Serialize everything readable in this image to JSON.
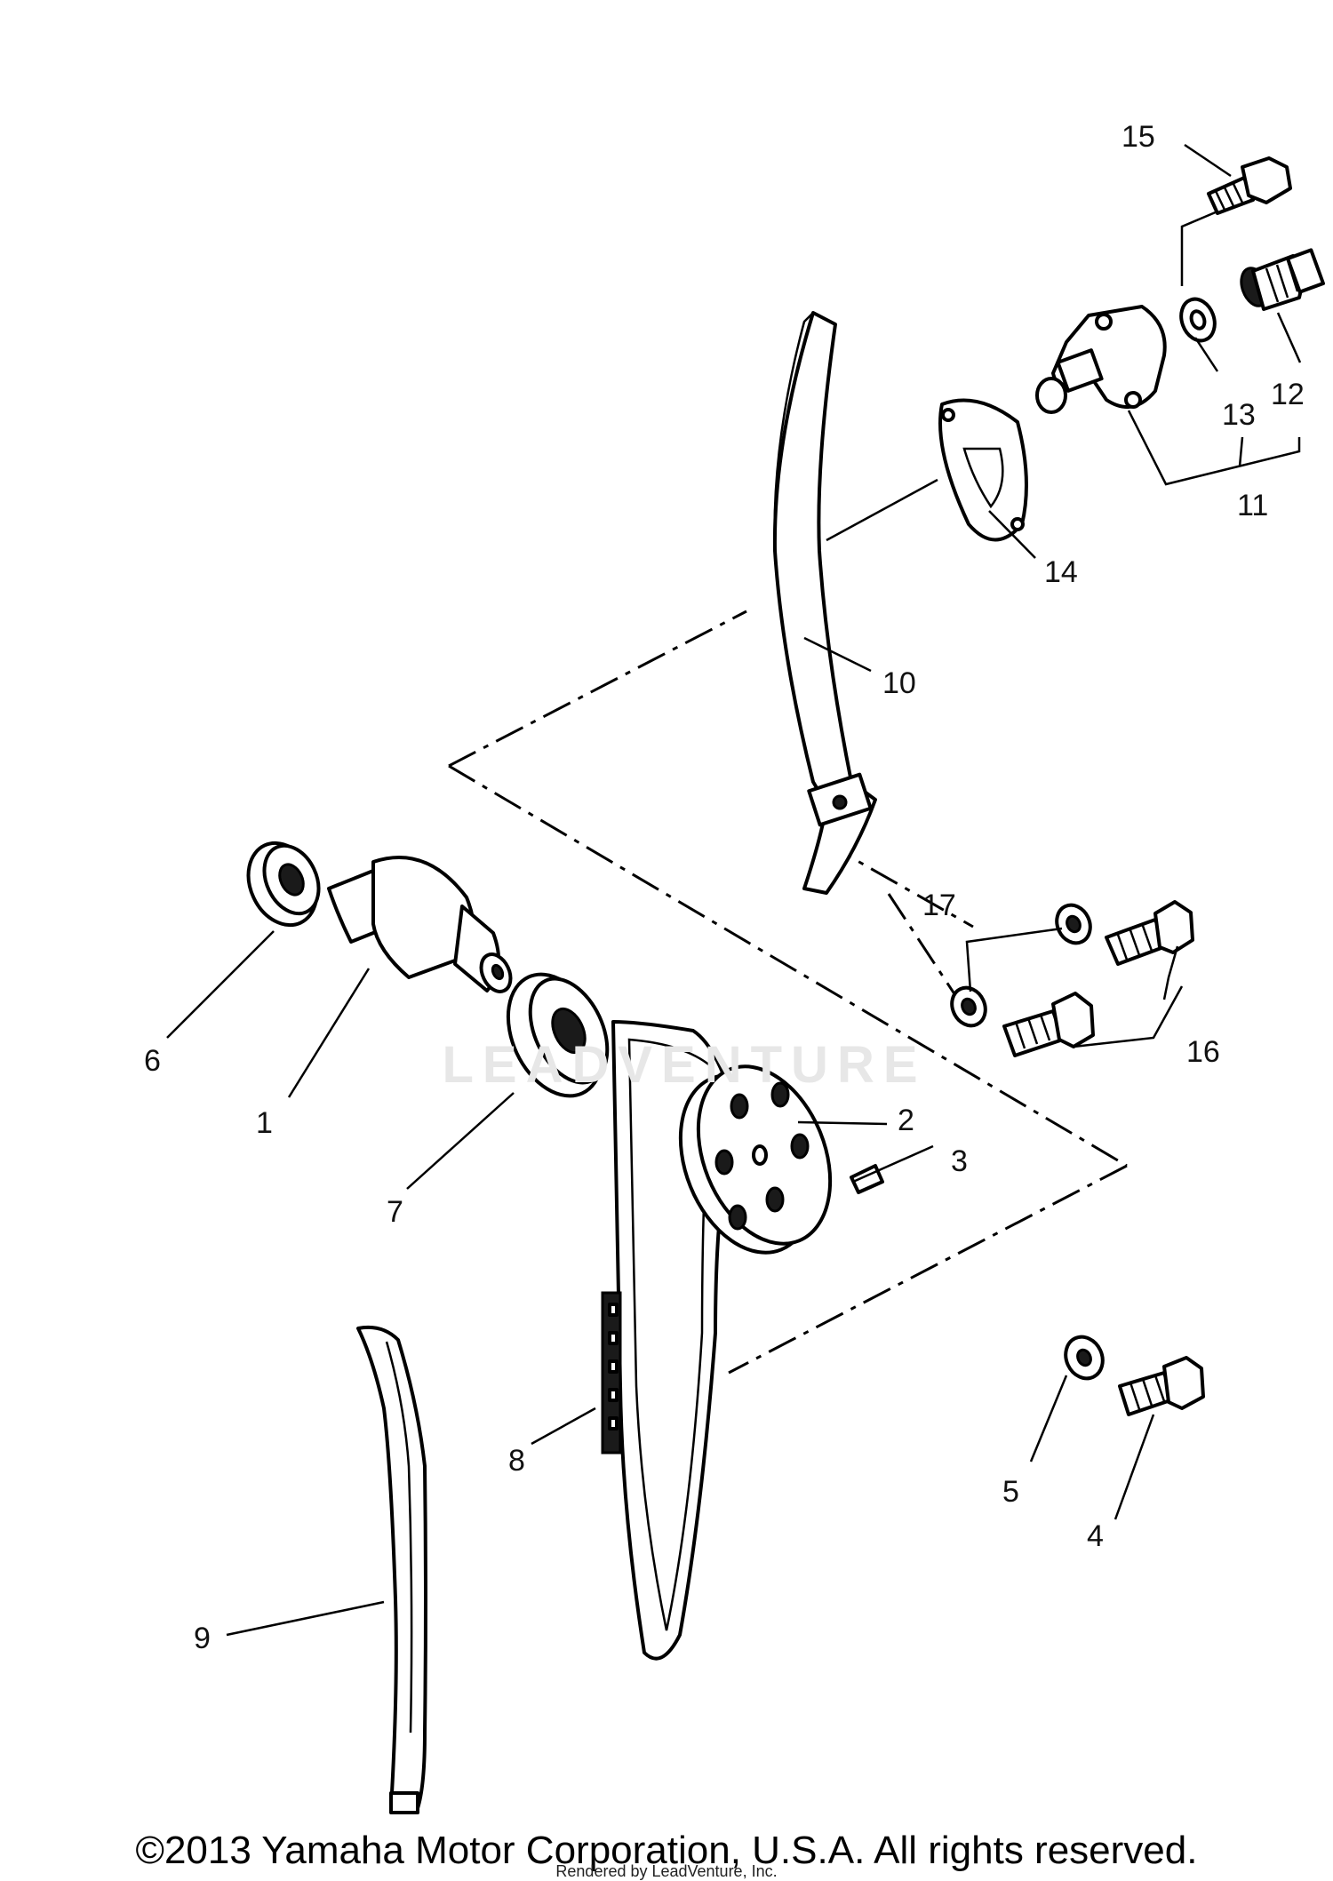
{
  "labels": {
    "p1": "1",
    "p2": "2",
    "p3": "3",
    "p4": "4",
    "p5": "5",
    "p6": "6",
    "p7": "7",
    "p8": "8",
    "p9": "9",
    "p10": "10",
    "p11": "11",
    "p12": "12",
    "p13": "13",
    "p14": "14",
    "p15": "15",
    "p16": "16",
    "p17": "17"
  },
  "footer": {
    "copyright": "©2013 Yamaha Motor Corporation, U.S.A. All rights reserved.",
    "rendered": "Rendered by LeadVenture, Inc."
  },
  "watermark": {
    "text": "LEADVENTURE"
  }
}
